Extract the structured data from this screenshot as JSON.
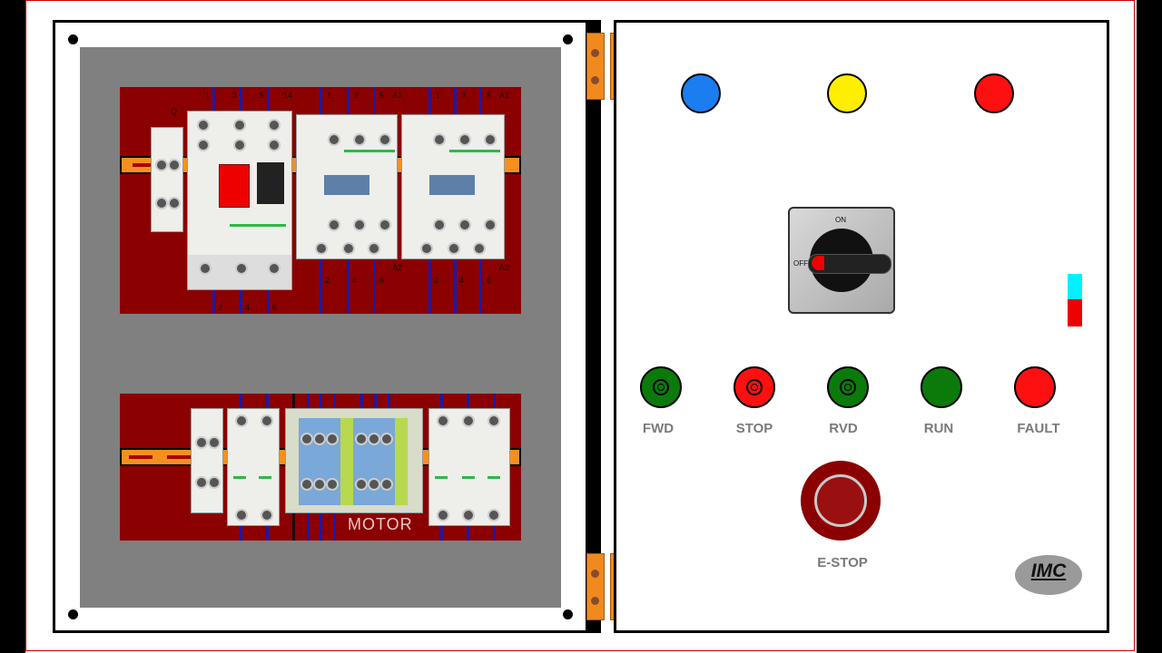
{
  "panel_door": {
    "button_labels": {
      "fwd": "FWD",
      "stop": "STOP",
      "rvd": "RVD",
      "run": "RUN",
      "fault": "FAULT",
      "estop": "E-STOP"
    },
    "selector": {
      "on_label": "ON",
      "off_label": "OFF"
    },
    "logo_text": "IMC",
    "pilot_light_colors": [
      "#1a7df0",
      "#ffee00",
      "#ff1010"
    ],
    "button_colors": {
      "fwd": "#0b7a0b",
      "stop": "#ff1010",
      "rvd": "#0b7a0b",
      "run": "#0b7a0b",
      "fault": "#ff1010"
    }
  },
  "backplate": {
    "motor_label": "MOTOR",
    "circuit_breaker_label": "Q",
    "contactor_top_labels": [
      "1",
      "3",
      "5",
      "A1"
    ],
    "contactor_bottom_labels": [
      "2",
      "4",
      "6",
      "A2"
    ],
    "mpcb_top_labels": [
      "1",
      "3",
      "5",
      "14"
    ],
    "mpcb_bottom_labels": [
      "2",
      "4",
      "6"
    ]
  },
  "colors": {
    "panel_red": "#8b0000",
    "din_rail": "#f5901e",
    "wire_blue": "#1a1aa8",
    "backplate_gray": "#808080"
  }
}
